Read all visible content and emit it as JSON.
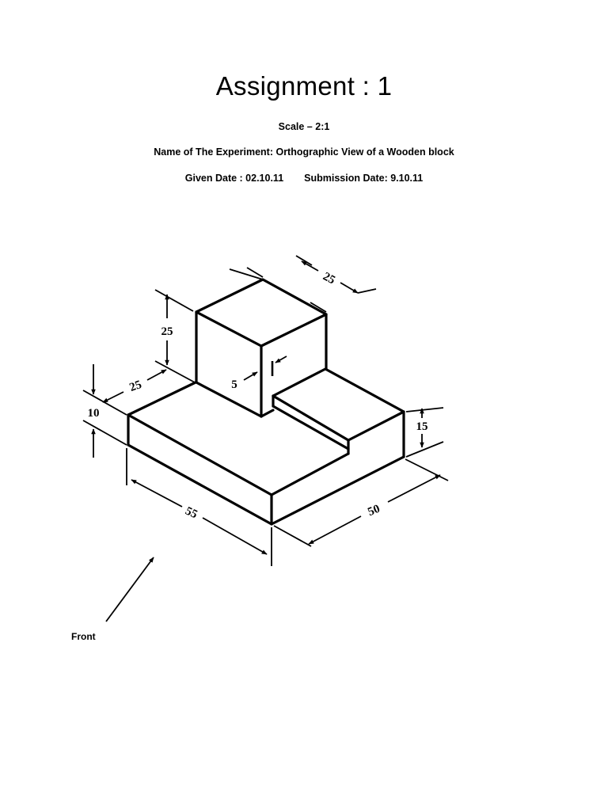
{
  "header": {
    "title": "Assignment : 1",
    "scale": "Scale – 2:1",
    "experiment": "Name of The Experiment: Orthographic View of a Wooden block",
    "given_date": "Given Date : 02.10.11",
    "submission_date": "Submission Date: 9.10.11"
  },
  "drawing": {
    "dimensions": {
      "cube_depth": "25",
      "cube_height": "25",
      "cube_width": "25",
      "step_offset": "5",
      "base_height": "10",
      "step_height": "15",
      "base_length": "55",
      "base_width": "50"
    },
    "front_label": "Front"
  }
}
